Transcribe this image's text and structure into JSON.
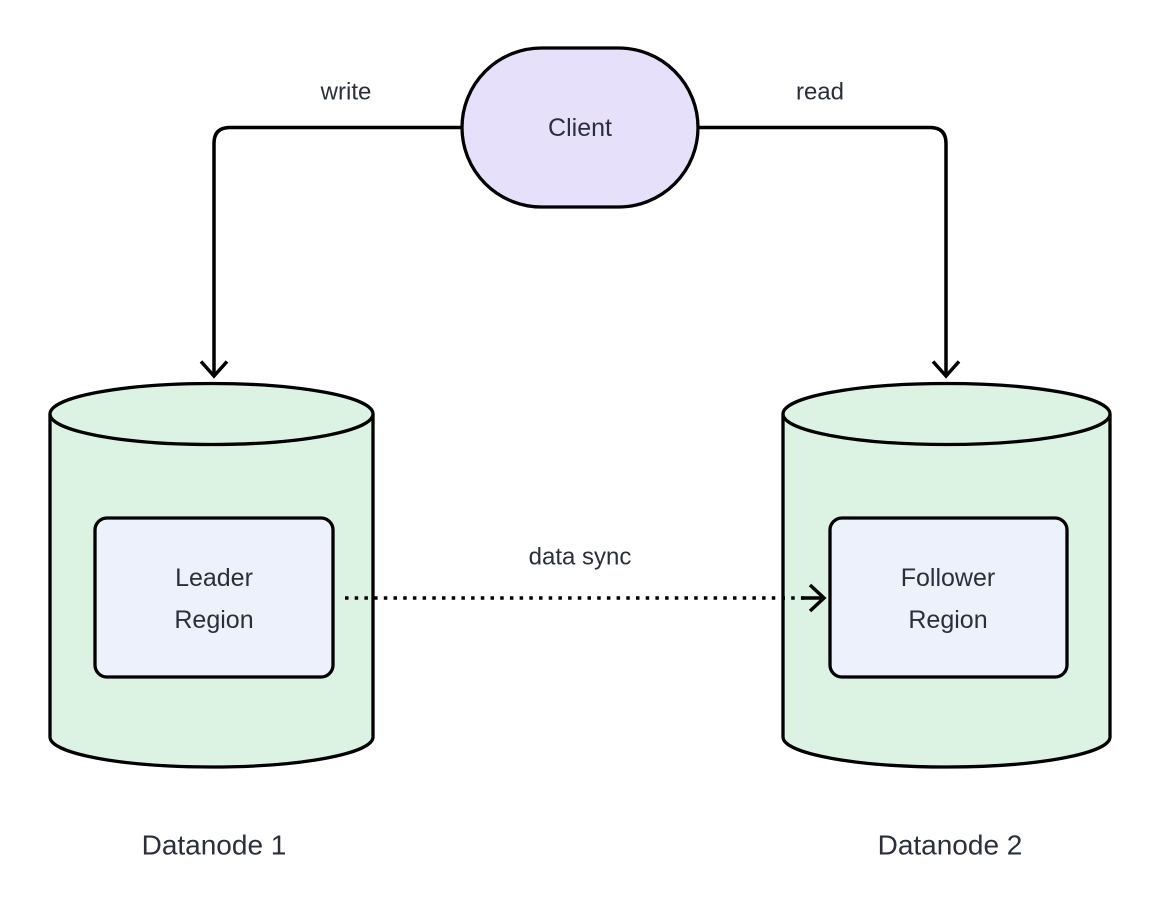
{
  "colors": {
    "background": "#ffffff",
    "stroke": "#000000",
    "text": "#2b2f3a",
    "client_fill": "#e6e0fa",
    "cylinder_fill": "#dcf3e3",
    "region_fill": "#edf1fb"
  },
  "client": {
    "label": "Client"
  },
  "edges": {
    "write": "write",
    "read": "read",
    "data_sync": "data sync"
  },
  "datanode1": {
    "caption": "Datanode 1",
    "region": {
      "line1": "Leader",
      "line2": "Region"
    }
  },
  "datanode2": {
    "caption": "Datanode 2",
    "region": {
      "line1": "Follower",
      "line2": "Region"
    }
  }
}
